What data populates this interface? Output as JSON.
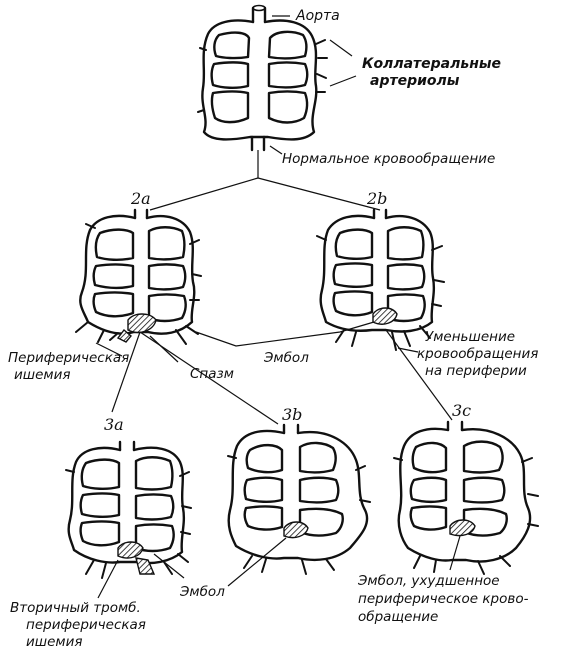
{
  "labels": {
    "aorta": "Аорта",
    "collateral_1": "Коллатеральные",
    "collateral_2": "артериолы",
    "normal": "Нормальное кровообращение",
    "n2a": "2a",
    "n2b": "2b",
    "reduced_1": "Уменьшение",
    "reduced_2": "кровообращения",
    "reduced_3": "на периферии",
    "peripheral_1": "Периферическая",
    "peripheral_2": "ишемия",
    "spasm": "Спазм",
    "embol_2": "Эмбол",
    "n3a": "3a",
    "n3b": "3b",
    "n3c": "3c",
    "secondary_1": "Вторичный тромб.",
    "secondary_2": "периферическая",
    "secondary_3": "ишемия",
    "embol_3": "Эмбол",
    "embol_worse_1": "Эмбол, ухудшенное",
    "embol_worse_2": "периферическое крово-",
    "embol_worse_3": "обращение"
  }
}
